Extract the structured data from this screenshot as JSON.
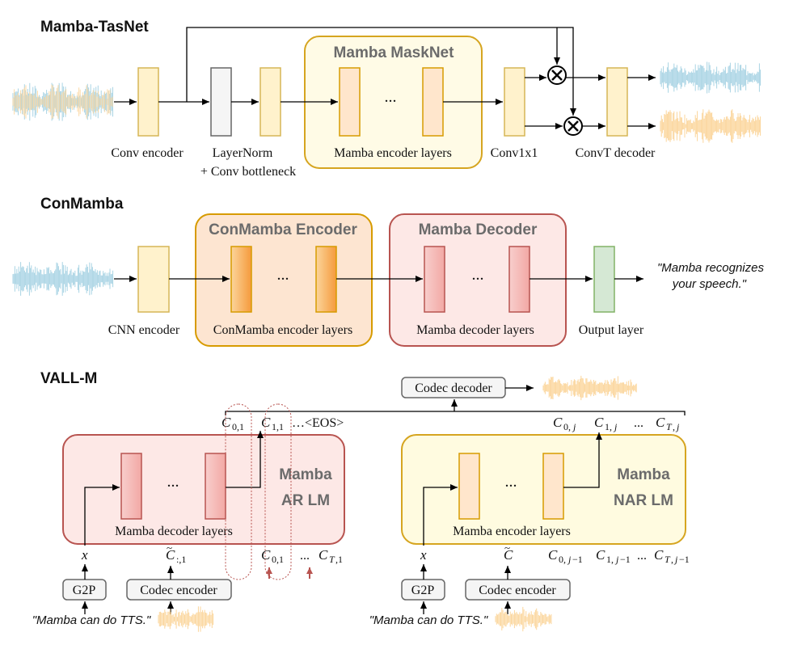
{
  "sections": {
    "tasnet": "Mamba-TasNet",
    "conmamba": "ConMamba",
    "vallm": "VALL-M"
  },
  "tasnet": {
    "masknet_title": "Mamba MaskNet",
    "conv_encoder": "Conv encoder",
    "layernorm": "LayerNorm",
    "conv_bottleneck": "+ Conv bottleneck",
    "encoder_layers": "Mamba encoder layers",
    "conv1x1": "Conv1x1",
    "convt_decoder": "ConvT decoder",
    "ellipsis": "..."
  },
  "conmamba": {
    "encoder_title": "ConMamba Encoder",
    "decoder_title": "Mamba Decoder",
    "cnn_encoder": "CNN encoder",
    "encoder_layers": "ConMamba encoder layers",
    "decoder_layers": "Mamba decoder layers",
    "output_layer": "Output layer",
    "output_text_1": "\"Mamba recognizes",
    "output_text_2": "your speech.\"",
    "ellipsis": "..."
  },
  "vallm": {
    "codec_decoder": "Codec decoder",
    "eos_suffix": "…<EOS>",
    "ar_title_1": "Mamba",
    "ar_title_2": "AR LM",
    "nar_title_1": "Mamba",
    "nar_title_2": "NAR LM",
    "ar_layers": "Mamba decoder layers",
    "nar_layers": "Mamba encoder layers",
    "g2p": "G2P",
    "codec_encoder": "Codec encoder",
    "input_text": "\"Mamba can do TTS.\"",
    "x": "x",
    "ellipsis": "...",
    "small_ellipsis": "...",
    "small_ellipsis2": "..."
  },
  "colors": {
    "yellow_fill": "#fff2cc",
    "yellow_stroke": "#d6b656",
    "masknet_bg": "#fffbe6",
    "masknet_stroke": "#d6a520",
    "conmamba_bg": "#fde5d1",
    "conmamba_stroke": "#d79b00",
    "decoder_bg": "#fde8e6",
    "decoder_stroke": "#b85450",
    "pink_block": "#f8cecc",
    "green_block": "#d5e8d4",
    "green_stroke": "#82b366",
    "wave_blue": "#a9d4e4",
    "wave_orange": "#fbd59b"
  }
}
